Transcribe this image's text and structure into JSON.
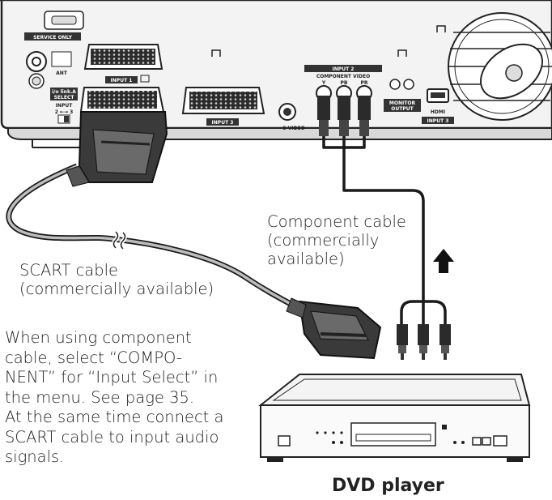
{
  "panel": {
    "service_only": "SERVICE ONLY",
    "ant": "ANT",
    "link_select_line1": "i/o link.A",
    "link_select_line2": "SELECT",
    "input_label": "INPUT",
    "input_switch": "2 ←→ 3",
    "input1": "INPUT 1",
    "input2": "INPUT 2",
    "input3_scart": "INPUT 3",
    "component_video": "COMPONENT VIDEO",
    "comp_y": "Y",
    "comp_pb": "PB",
    "comp_pr": "PR",
    "s_video": "S-VIDEO",
    "monitor_output_line1": "MONITOR",
    "monitor_output_line2": "OUTPUT",
    "hdmi": "HDMI",
    "hdmi_input": "INPUT 3"
  },
  "labels": {
    "component_cable": [
      "Component cable",
      "(commercially",
      "available)"
    ],
    "scart_cable": [
      "SCART cable",
      "(commercially available)"
    ],
    "note": [
      "When using component",
      "cable, select “COMPO-",
      "NENT” for “Input Select” in",
      "the menu. See page 35.",
      "At the same time connect a",
      "SCART cable to input audio",
      "signals."
    ],
    "dvd_player": "DVD player"
  }
}
